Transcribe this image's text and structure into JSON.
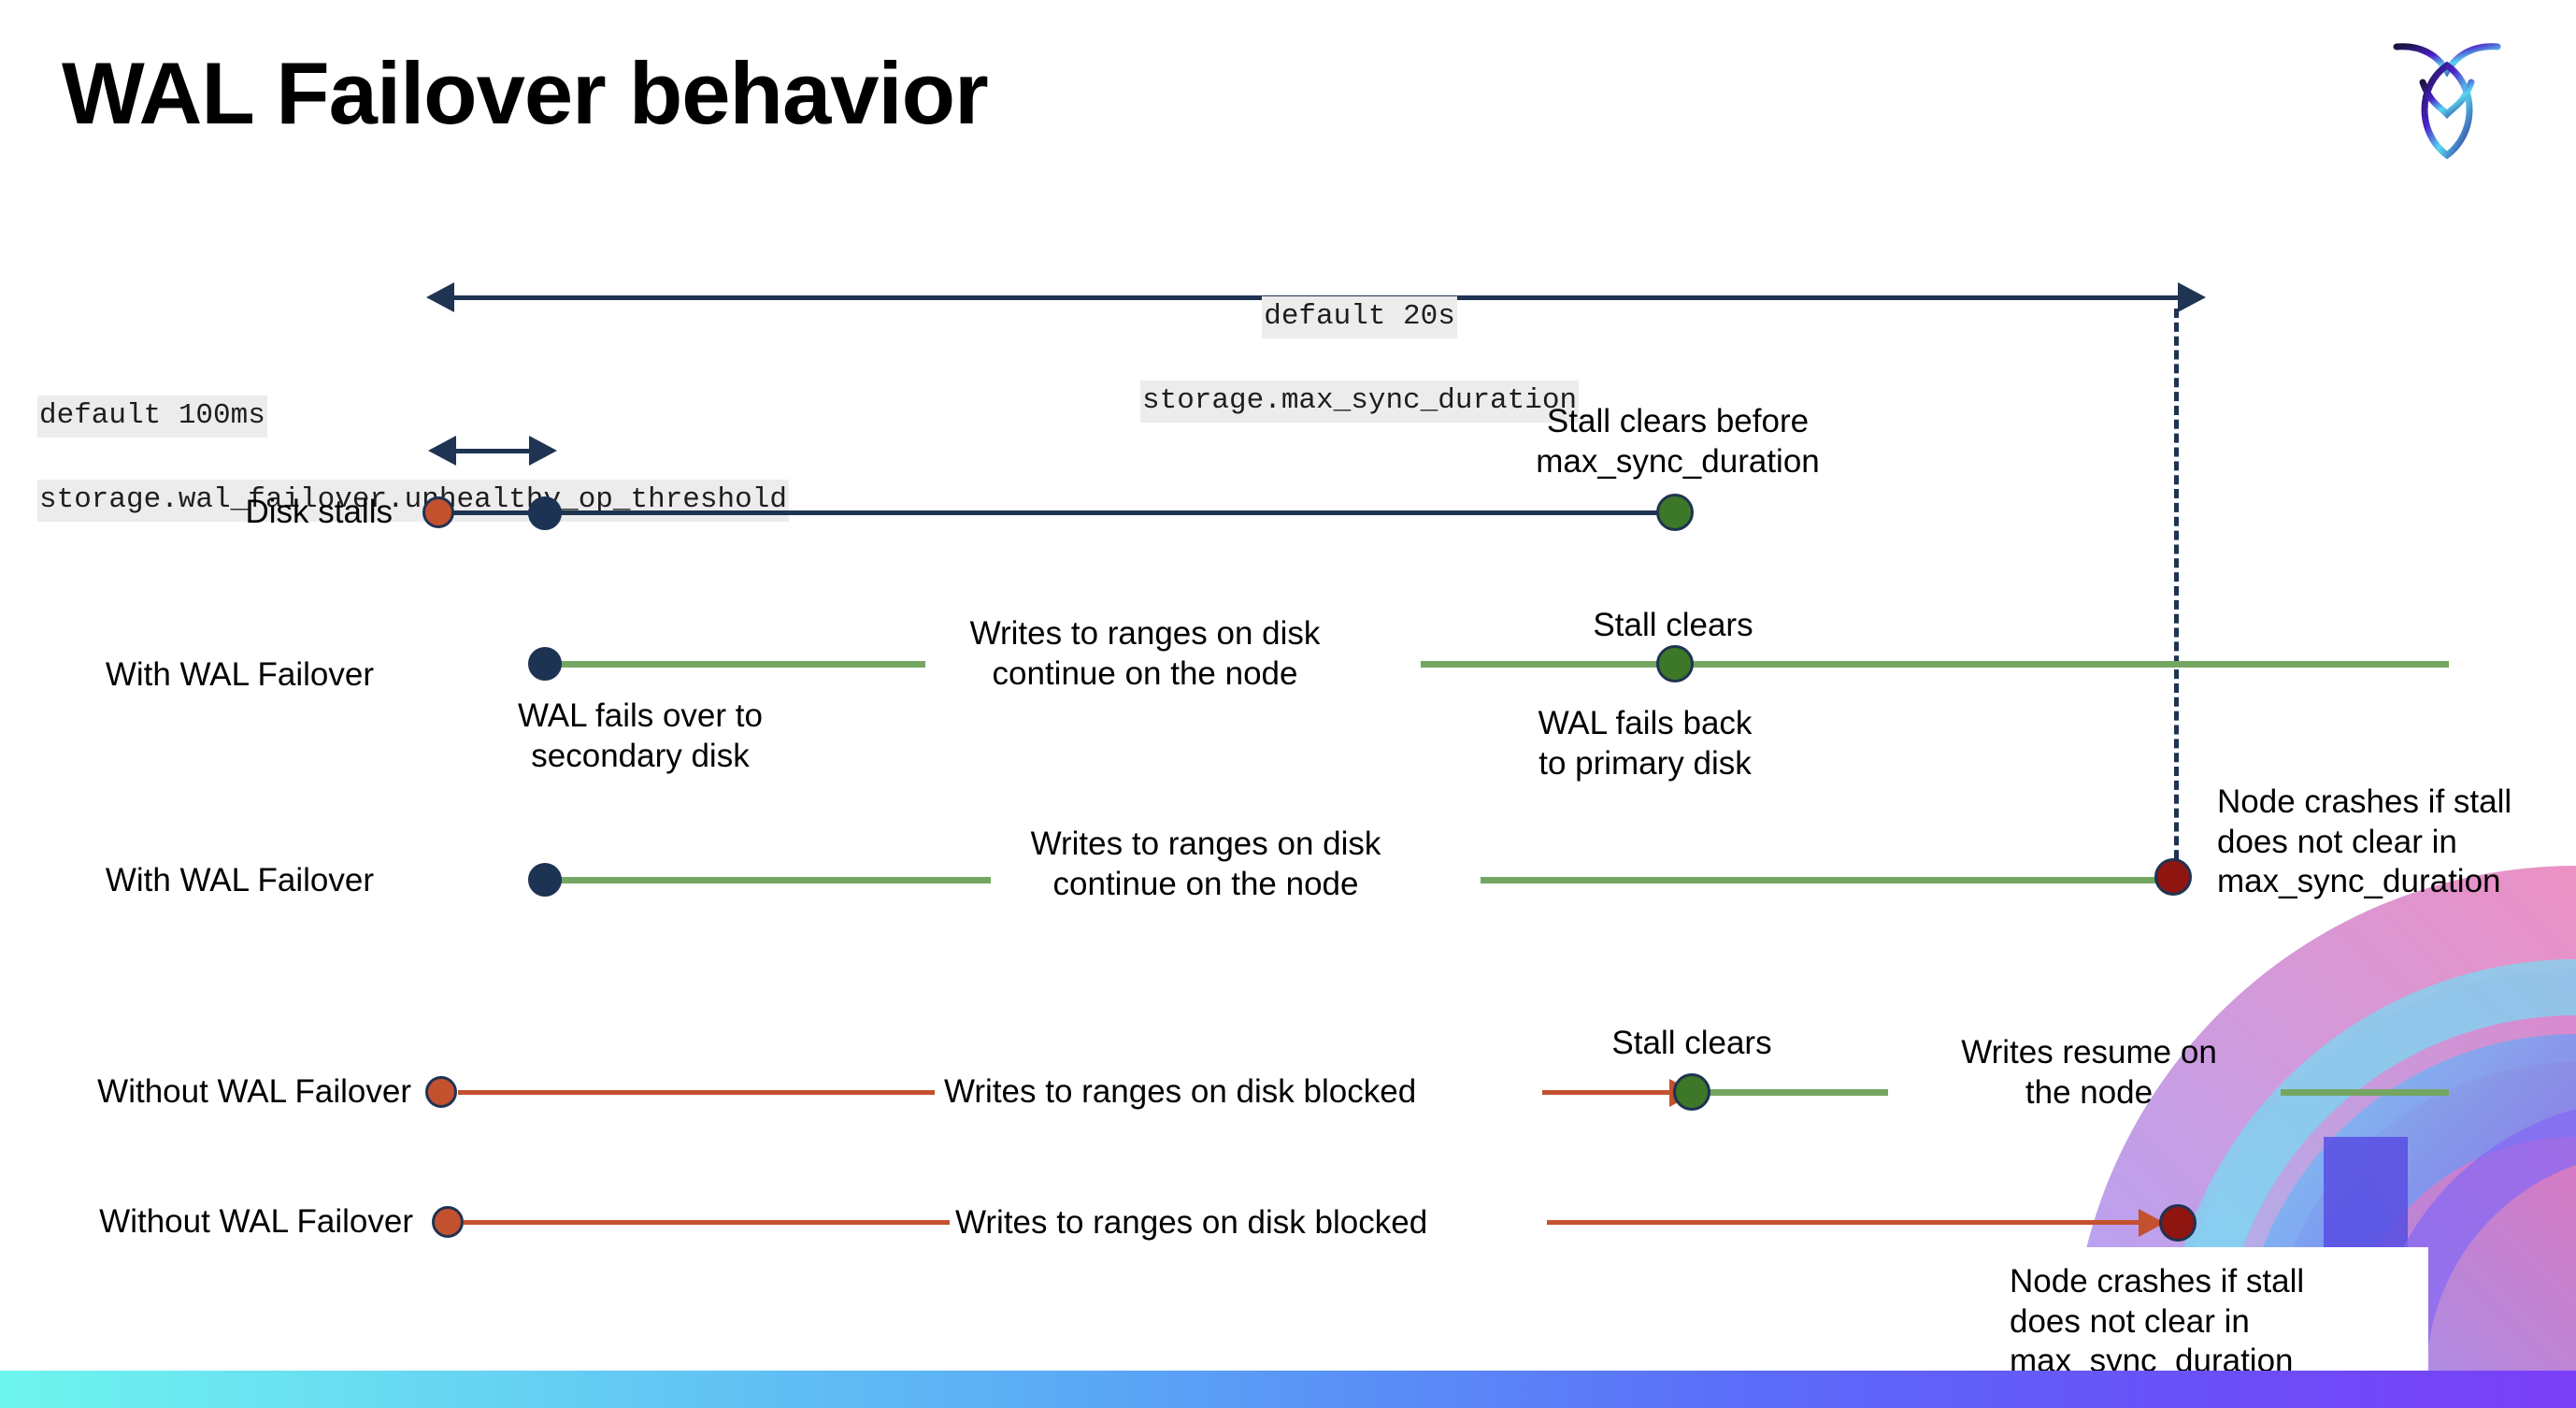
{
  "slide": {
    "title": "WAL Failover behavior",
    "logo_name": "cockroachdb-logo"
  },
  "settings": [
    {
      "id": "max-sync-duration",
      "default_line": "default 20s",
      "name_line": "storage.max_sync_duration"
    },
    {
      "id": "unhealthy-op-threshold",
      "default_line": "default 100ms",
      "name_line": "storage.wal_failover.unhealthy_op_threshold"
    }
  ],
  "rows": [
    {
      "id": "disk-stalls",
      "label": "Disk stalls"
    },
    {
      "id": "with-wal-failover-1",
      "label": "With WAL Failover"
    },
    {
      "id": "with-wal-failover-2",
      "label": "With WAL Failover"
    },
    {
      "id": "without-wal-failover-1",
      "label": "Without WAL Failover"
    },
    {
      "id": "without-wal-failover-2",
      "label": "Without WAL Failover"
    }
  ],
  "annotations": {
    "stall_clears_before_max": "Stall clears before\nmax_sync_duration",
    "stall_clears_1": "Stall clears",
    "wal_fails_over": "WAL fails over to\nsecondary disk",
    "wal_fails_back": "WAL fails  back\nto primary disk",
    "writes_continue_1": "Writes to ranges on disk\ncontinue on the node",
    "writes_continue_2": "Writes to ranges on disk\ncontinue on the node",
    "node_crashes_1": "Node crashes if stall\ndoes not clear in\nmax_sync_duration",
    "stall_clears_2": "Stall clears",
    "writes_blocked_1": "Writes to ranges on disk  blocked",
    "writes_resume": "Writes resume on\nthe node",
    "writes_blocked_2": "Writes to ranges on disk  blocked",
    "node_crashes_2": "Node crashes if stall\ndoes not clear in\nmax_sync_duration"
  },
  "colors": {
    "navy": "#1f3352",
    "green_line": "#74a662",
    "green_dot": "#3d7728",
    "red_line": "#c4512e",
    "red_dot": "#c4512e",
    "dark_red_dot": "#8e1510",
    "chip_bg": "#ececec",
    "text": "#000000"
  }
}
